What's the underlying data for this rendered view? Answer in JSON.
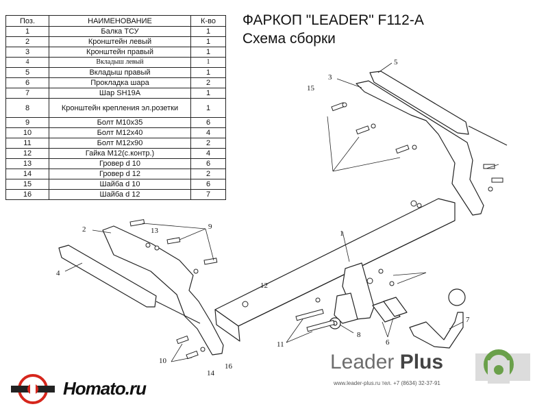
{
  "table": {
    "headers": {
      "pos": "Поз.",
      "name": "НАИМЕНОВАНИЕ",
      "qty": "К-во"
    },
    "rows": [
      {
        "pos": "1",
        "name": "Балка ТСУ",
        "qty": "1"
      },
      {
        "pos": "2",
        "name": "Кронштейн левый",
        "qty": "1"
      },
      {
        "pos": "3",
        "name": "Кронштейн правый",
        "qty": "1"
      },
      {
        "pos": "4",
        "name": "Вкладыш левый",
        "qty": "1"
      },
      {
        "pos": "5",
        "name": "Вкладыш  правый",
        "qty": "1"
      },
      {
        "pos": "6",
        "name": "Прокладка шара",
        "qty": "2"
      },
      {
        "pos": "7",
        "name": "Шар SH19A",
        "qty": "1"
      },
      {
        "pos": "8",
        "name": "Кронштейн крепления эл.розетки",
        "qty": "1"
      },
      {
        "pos": "9",
        "name": "Болт M10x35",
        "qty": "6"
      },
      {
        "pos": "10",
        "name": "Болт M12x40",
        "qty": "4"
      },
      {
        "pos": "11",
        "name": "Болт M12x90",
        "qty": "2"
      },
      {
        "pos": "12",
        "name": "Гайка M12(с.контр.)",
        "qty": "4"
      },
      {
        "pos": "13",
        "name": "Гровер d 10",
        "qty": "6"
      },
      {
        "pos": "14",
        "name": "Гровер d 12",
        "qty": "2"
      },
      {
        "pos": "15",
        "name": "Шайба d 10",
        "qty": "6"
      },
      {
        "pos": "16",
        "name": "Шайба d 12",
        "qty": "7"
      }
    ]
  },
  "title": "ФАРКОП \"LEADER\" F112-A",
  "subtitle": "Схема сборки",
  "callouts": {
    "n1": "1",
    "n2": "2",
    "n3": "3",
    "n4": "4",
    "n5": "5",
    "n6": "6",
    "n7": "7",
    "n8": "8",
    "n9": "9",
    "n10": "10",
    "n11": "11",
    "n12": "12",
    "n13": "13",
    "n14": "14",
    "n15": "15",
    "n16": "16"
  },
  "brand": {
    "name_light": "Leader ",
    "name_bold": "Plus",
    "contacts": "www.leader-plus.ru   тел. +7 (8634) 32-37-91",
    "logo_text": "Homato.ru",
    "logo_color": "#d6261c",
    "accent_green": "#6aa04a"
  }
}
